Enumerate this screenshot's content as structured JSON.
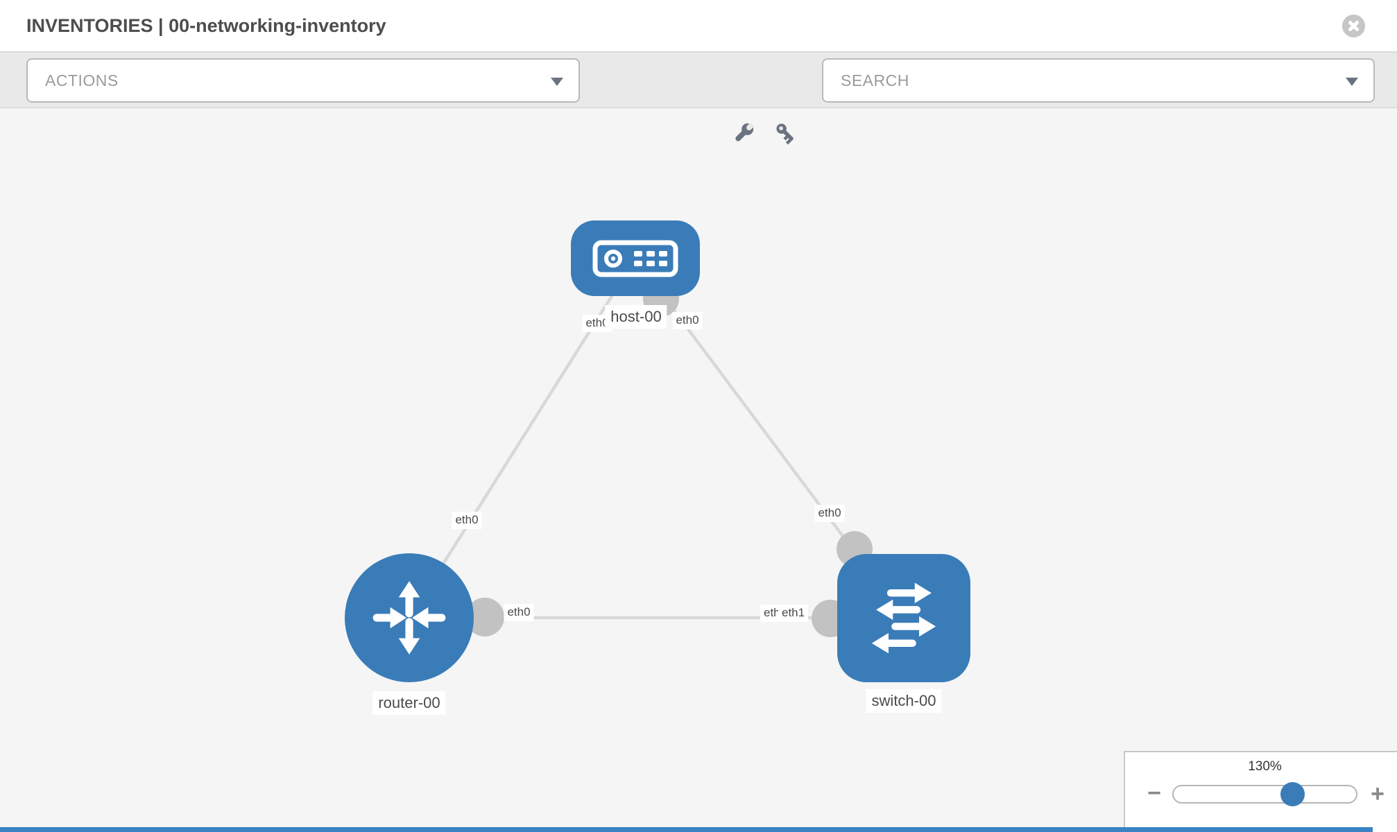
{
  "header": {
    "title": "INVENTORIES | 00-networking-inventory"
  },
  "toolbar": {
    "actions_label": "ACTIONS",
    "search_placeholder": "SEARCH",
    "icons": [
      "wrench-icon",
      "key-icon"
    ]
  },
  "topology": {
    "nodes": [
      {
        "label": "host-00",
        "type": "host"
      },
      {
        "label": "router-00",
        "type": "router"
      },
      {
        "label": "switch-00",
        "type": "switch"
      }
    ],
    "links": [
      {
        "from": "host-00",
        "from_interface": "eth0",
        "to": "router-00",
        "to_interface": "eth0"
      },
      {
        "from": "host-00",
        "from_interface": "eth0",
        "to": "switch-00",
        "to_interface": "eth0"
      },
      {
        "from": "router-00",
        "from_interface": "eth0",
        "to": "switch-00",
        "to_interface": "eth1",
        "overlapped_label": "eth0"
      }
    ]
  },
  "zoom_control": {
    "level": "130%",
    "minus_label": "−",
    "plus_label": "+"
  },
  "colors": {
    "node_blue": "#3a7cb8",
    "link_gray": "#d8d8d8",
    "endpoint_gray": "#c2c2c2",
    "accent_blue": "#3a82c4"
  }
}
